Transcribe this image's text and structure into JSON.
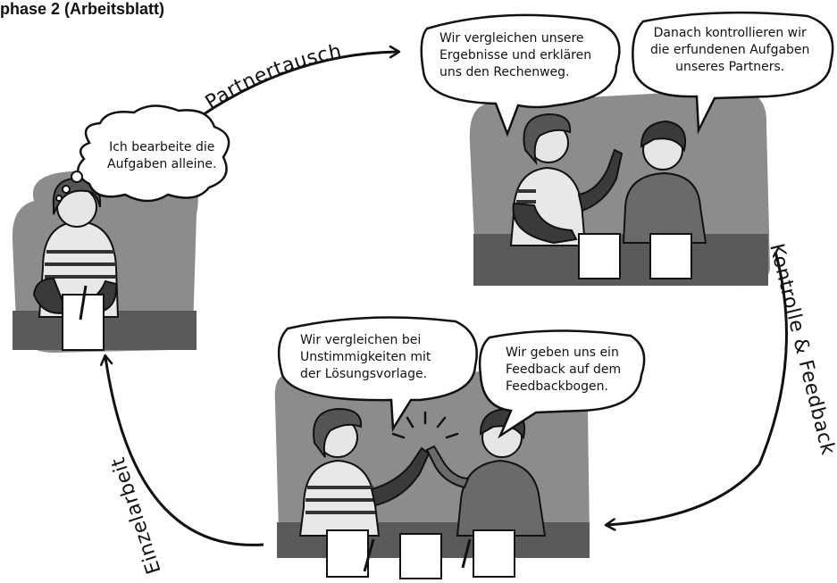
{
  "title": "phase 2 (Arbeitsblatt)",
  "cycle": {
    "partnertausch_label": "Partnertausch",
    "kontrolle_label": "Kontrolle & Feedback",
    "einzelarbeit_label": "Einzelarbeit"
  },
  "scenes": {
    "individual": {
      "thought": [
        "Ich bearbeite die",
        "Aufgaben alleine."
      ]
    },
    "partner_compare": {
      "bubble_left": [
        "Wir vergleichen unsere",
        "Ergebnisse und erklären",
        "uns den Rechenweg."
      ],
      "bubble_right": [
        "Danach kontrollieren wir",
        "die erfundenen Aufgaben",
        "unseres Partners."
      ]
    },
    "feedback": {
      "bubble_left": [
        "Wir vergleichen bei",
        "Unstimmigkeiten mit",
        "der Lösungsvorlage."
      ],
      "bubble_right": [
        "Wir geben uns ein",
        "Feedback auf dem",
        "Feedbackbogen."
      ]
    }
  },
  "colors": {
    "scene_background": "#8c8c8c",
    "ink": "#111111",
    "skin": "#e6e6e6",
    "table": "#5a5a5a",
    "paper": "#ffffff"
  }
}
